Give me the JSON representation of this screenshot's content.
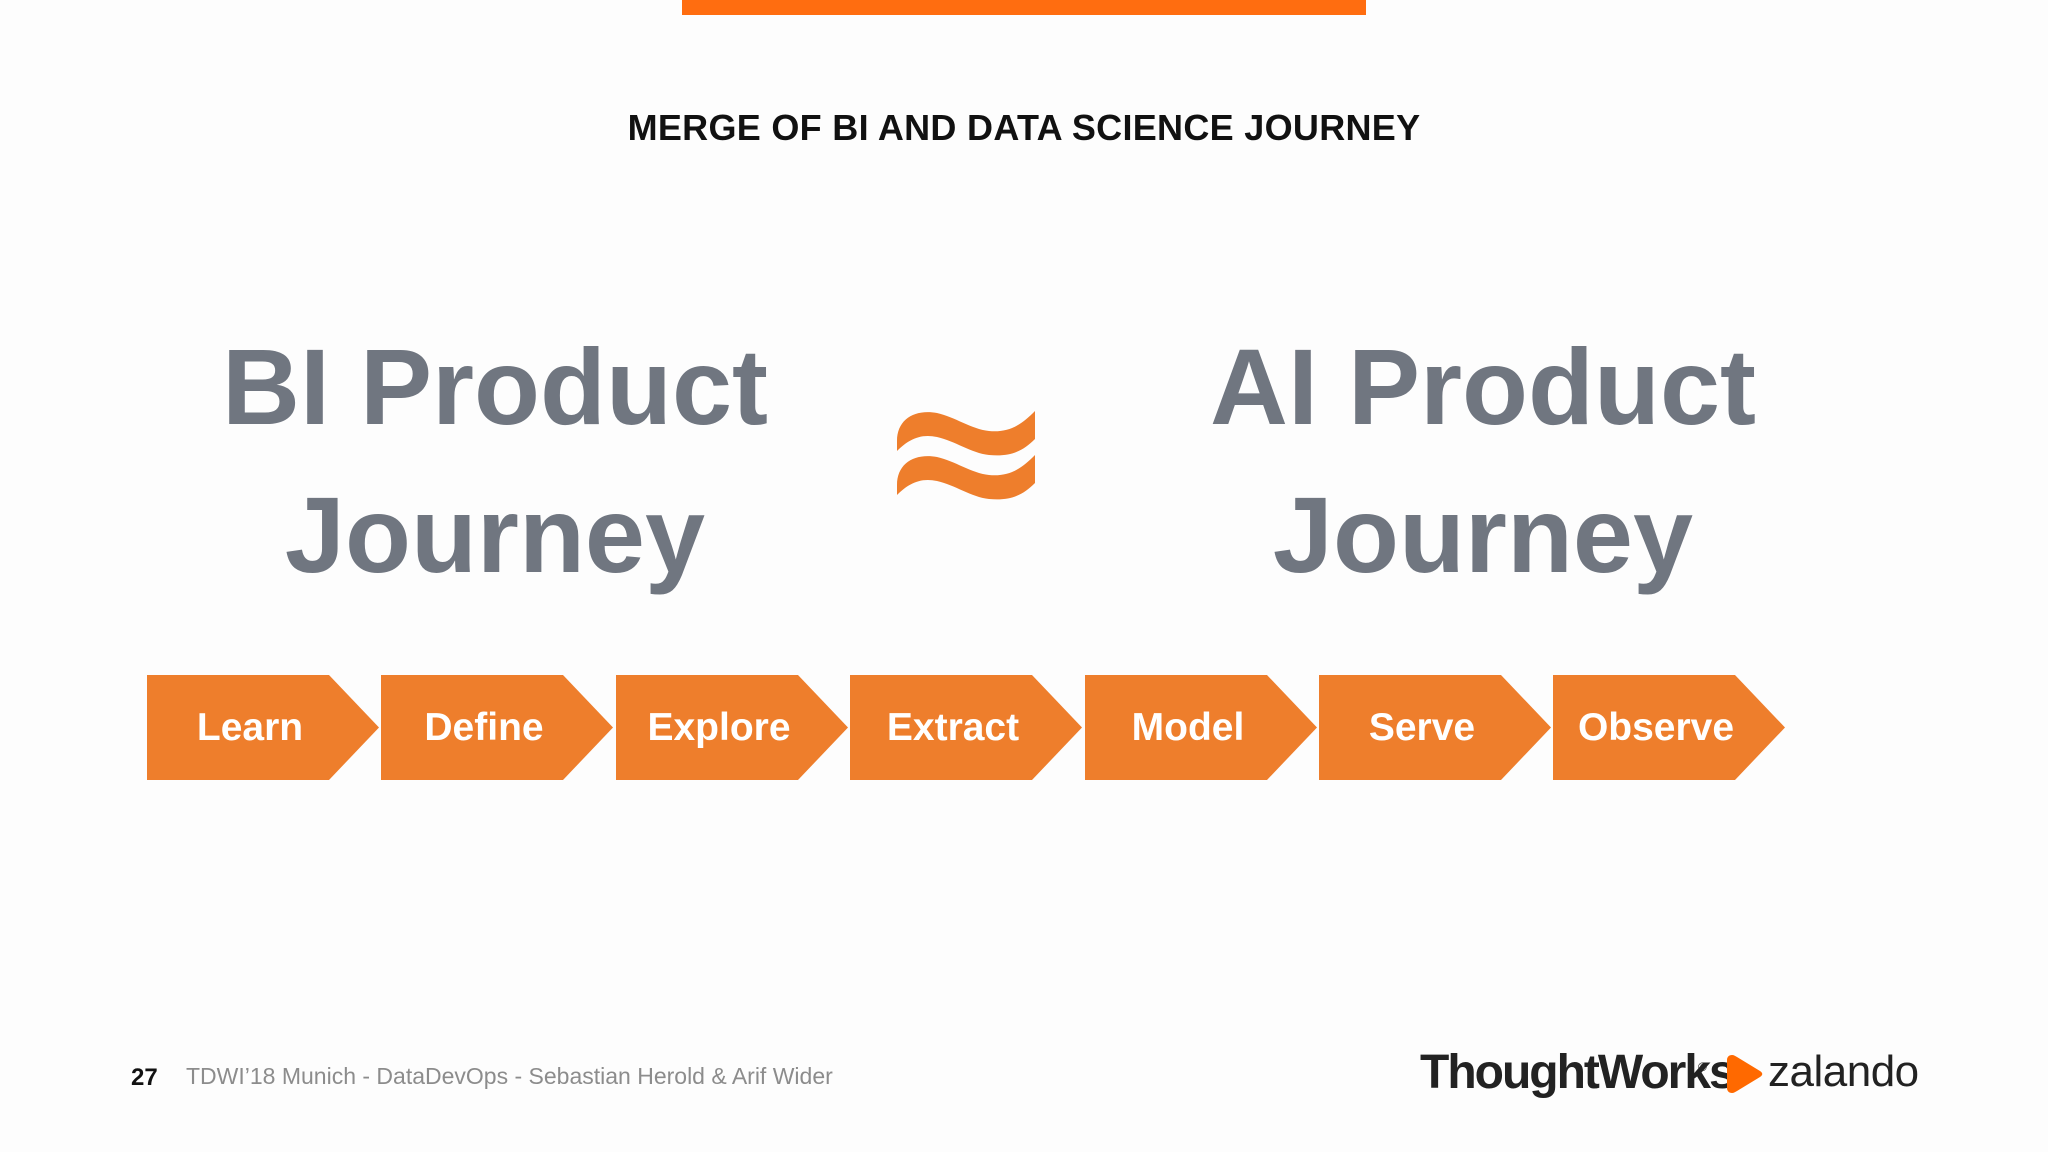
{
  "slide": {
    "title": "MERGE OF BI AND DATA SCIENCE JOURNEY",
    "left_heading": {
      "line1": "BI Product",
      "line2": "Journey"
    },
    "right_heading": {
      "line1": "AI Product",
      "line2": "Journey"
    },
    "relation_icon": "approximately-equal-icon",
    "steps": [
      {
        "label": "Learn"
      },
      {
        "label": "Define"
      },
      {
        "label": "Explore"
      },
      {
        "label": "Extract"
      },
      {
        "label": "Model"
      },
      {
        "label": "Serve"
      },
      {
        "label": "Observe"
      }
    ],
    "footer": {
      "page_number": "27",
      "text": "TDWI’18 Munich - DataDevOps - Sebastian Herold & Arif Wider"
    },
    "logos": {
      "thoughtworks": "ThoughtWorks",
      "thoughtworks_mark": "®",
      "zalando": "zalando"
    }
  },
  "colors": {
    "accent_orange": "#ff6d10",
    "step_orange": "#ee7e2c",
    "heading_gray": "#707680",
    "zalando_orange": "#ff6900"
  }
}
